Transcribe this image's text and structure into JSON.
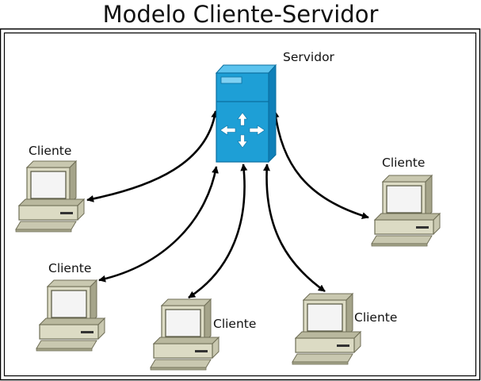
{
  "title": "Modelo Cliente-Servidor",
  "server": {
    "label": "Servidor",
    "icon": "server-router-icon",
    "color": "#1e9fd6"
  },
  "clients": [
    {
      "label": "Cliente",
      "icon": "desktop-computer-icon"
    },
    {
      "label": "Cliente",
      "icon": "desktop-computer-icon"
    },
    {
      "label": "Cliente",
      "icon": "desktop-computer-icon"
    },
    {
      "label": "Cliente",
      "icon": "desktop-computer-icon"
    },
    {
      "label": "Cliente",
      "icon": "desktop-computer-icon"
    }
  ],
  "connections": "bidirectional"
}
